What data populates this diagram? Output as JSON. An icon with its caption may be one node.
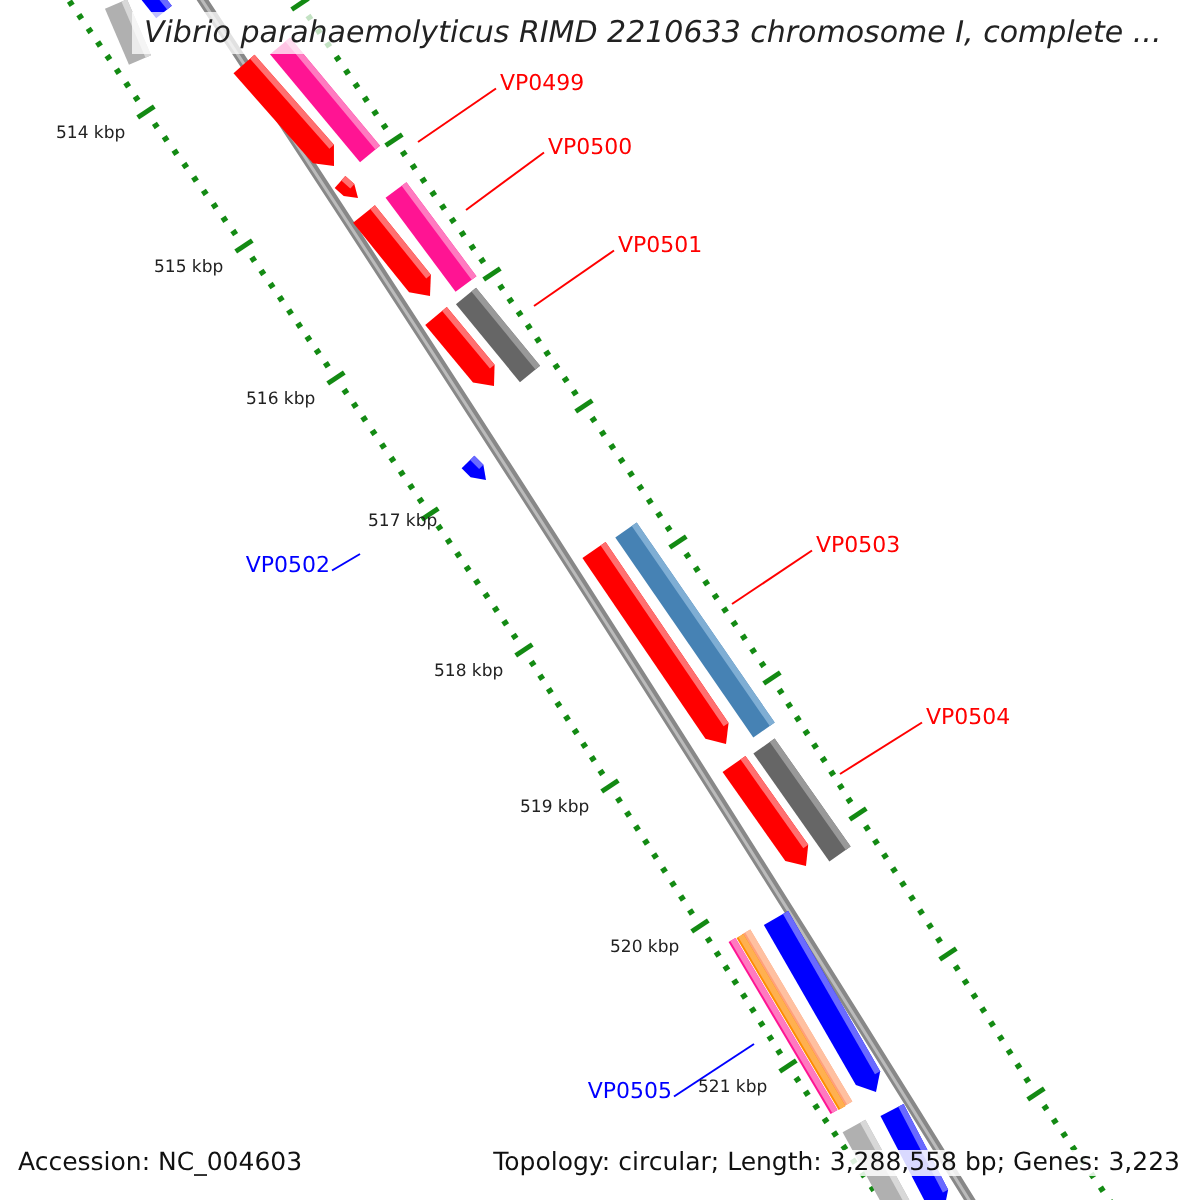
{
  "diagram": {
    "title": "Vibrio parahaemolyticus RIMD 2210633 chromosome I, complete ...",
    "nodes": [
      {
        "text": [
          "VP0499"
        ]
      },
      {
        "text": [
          "VP0500"
        ]
      },
      {
        "text": [
          "VP0501"
        ]
      },
      {
        "text": [
          "VP0502"
        ]
      },
      {
        "text": [
          "VP0503"
        ]
      },
      {
        "text": [
          "VP0504"
        ]
      },
      {
        "text": [
          "VP0505"
        ]
      }
    ],
    "edges": [
      {
        "from": 0,
        "to": null,
        "arrow": "none"
      },
      {
        "from": 1,
        "to": null,
        "arrow": "none"
      },
      {
        "from": 2,
        "to": null,
        "arrow": "none"
      },
      {
        "from": 3,
        "to": null,
        "arrow": "none",
        "color": "#0000ff"
      },
      {
        "from": 4,
        "to": null,
        "arrow": "none"
      },
      {
        "from": 5,
        "to": null,
        "arrow": "none"
      },
      {
        "from": 6,
        "to": null,
        "arrow": "none",
        "color": "#0000ff"
      }
    ],
    "labels": [
      "514 kbp",
      "515 kbp",
      "516 kbp",
      "517 kbp",
      "518 kbp",
      "519 kbp",
      "520 kbp",
      "521 kbp",
      "Accession: NC_004603",
      "Topology: circular; Length: 3,288,558 bp; Genes: 3,223"
    ]
  }
}
